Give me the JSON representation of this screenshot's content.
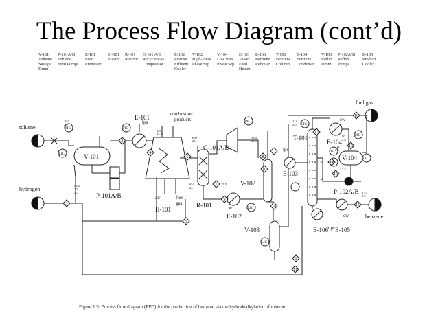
{
  "title": "The Process Flow Diagram (cont’d)",
  "legend": [
    {
      "tag": "V-101",
      "lines": [
        "Toluene",
        "Storage",
        "Drum"
      ]
    },
    {
      "tag": "P-101A/B",
      "lines": [
        "Toluene",
        "Feed Pumps"
      ]
    },
    {
      "tag": "E-101",
      "lines": [
        "Feed",
        "Preheater"
      ]
    },
    {
      "tag": "H-101",
      "lines": [
        "Heater"
      ]
    },
    {
      "tag": "R-101",
      "lines": [
        "Reactor"
      ]
    },
    {
      "tag": "C-101 A/B",
      "lines": [
        "Recycle Gas",
        "Compressor"
      ]
    },
    {
      "tag": "E-102",
      "lines": [
        "Reactor",
        "Effluent",
        "Cooler"
      ]
    },
    {
      "tag": "V-102",
      "lines": [
        "High-Press.",
        "Phase Sep."
      ]
    },
    {
      "tag": "V-104",
      "lines": [
        "Low Pres.",
        "Phase Sep."
      ]
    },
    {
      "tag": "E-103",
      "lines": [
        "Tower",
        "Feed",
        "Heater"
      ]
    },
    {
      "tag": "E-106",
      "lines": [
        "Benzene",
        "Reboiler"
      ]
    },
    {
      "tag": "T-101",
      "lines": [
        "Benzene",
        "Column"
      ]
    },
    {
      "tag": "E-104",
      "lines": [
        "Benzene",
        "Condenser"
      ]
    },
    {
      "tag": "V-103",
      "lines": [
        "Reflux",
        "Drum"
      ]
    },
    {
      "tag": "P-102A/B",
      "lines": [
        "Reflux",
        "Pumps"
      ]
    },
    {
      "tag": "E-105",
      "lines": [
        "Product",
        "Cooler"
      ]
    }
  ],
  "labels": {
    "toluene": "toluene",
    "hydrogen": "hydrogen",
    "benzene": "benzene",
    "fuel_gas_top": "fuel gas",
    "fuel_gas_heater": [
      "fuel",
      "gas"
    ],
    "air": "air",
    "combustion": [
      "combustion",
      "products"
    ],
    "lps": "lps",
    "lps2": "lps",
    "mps": "mps",
    "cw1": "cw",
    "cw2": "cw",
    "cw3": "cw",
    "fic1": "FIC",
    "fic2": "FIC",
    "lic1": "LIC",
    "lic2": "LIC",
    "lic3": "LIC",
    "lic4": "LIC",
    "pic1": "PIC",
    "pic2": "PIC",
    "pic3": "PIC",
    "tic1": "TIC",
    "fic3": "FIC"
  },
  "equipment": {
    "v101": "V-101",
    "p101": "P-101A/B",
    "e101": "E-101",
    "h101": "H-101",
    "r101": "R-101",
    "c101": "C-101A/B",
    "v102": "V-102",
    "e102": "E-102",
    "v103": "V-103",
    "e103": "E-103",
    "t101": "T-101",
    "e104": "E-104",
    "v104": "V-104",
    "p102": "P-102A/B",
    "e105": "E-105",
    "e106": "E-106"
  },
  "streams": [
    "1",
    "2",
    "3",
    "4",
    "5",
    "6",
    "7",
    "8",
    "9",
    "10",
    "11",
    "12",
    "13",
    "14",
    "15",
    "16",
    "17",
    "18",
    "19"
  ],
  "flags": {
    "f1": [
      "10.0",
      "2.5",
      "1.9"
    ],
    "f2": [
      "0.62",
      "2.5",
      "2.5"
    ],
    "f3": [
      "225",
      "25.2"
    ],
    "f4": [
      "600",
      "25"
    ],
    "f5": [
      "654",
      "24"
    ],
    "f6": [
      "25.5"
    ],
    "f7": [
      "38.0",
      "23.9"
    ],
    "f8": [
      "112",
      "2.5"
    ],
    "f9": [
      "112",
      "2.5"
    ],
    "f10": [
      "90",
      "2.8"
    ],
    "f11": [
      "3.3"
    ],
    "f12": [
      "8.25",
      "2.5"
    ],
    "f13": [
      "26"
    ],
    "f14": [
      "42"
    ]
  },
  "caption": "Figure 1.5:  Process flow diagram (PFD) for the production of benzene via the hydrodealkylation of toluene"
}
